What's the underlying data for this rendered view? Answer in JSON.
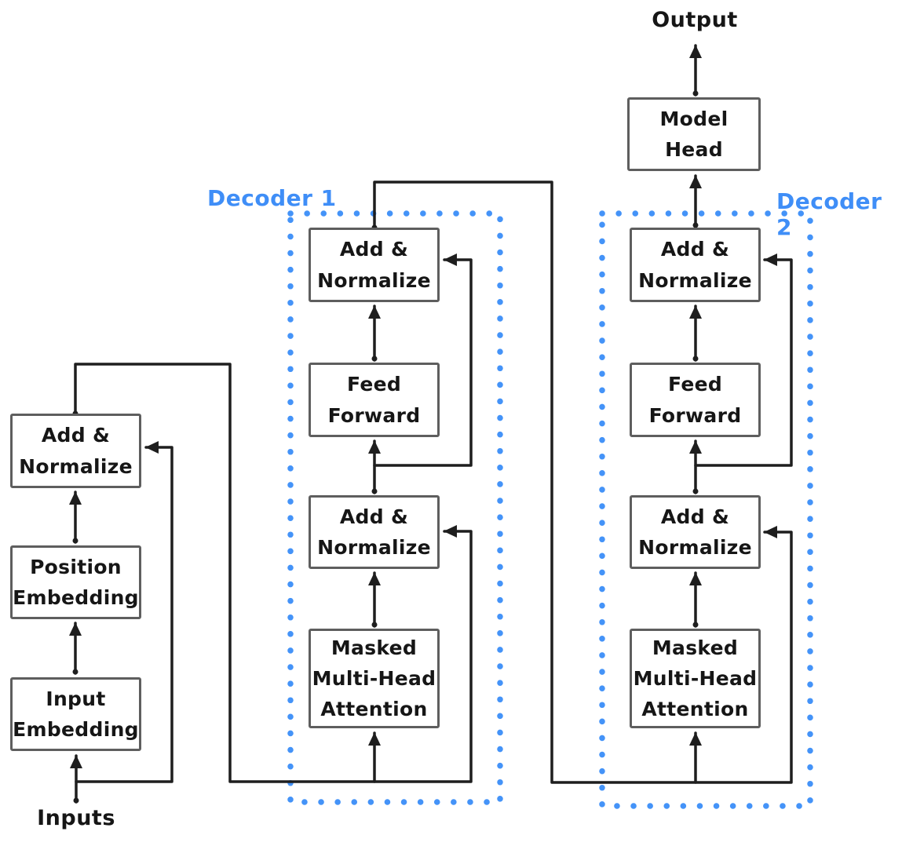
{
  "title": "Transformer decoder architecture diagram",
  "labels": {
    "output": "Output",
    "inputs": "Inputs",
    "decoder1": "Decoder 1",
    "decoder2": "Decoder 2"
  },
  "nodes": {
    "model_head": "Model\nHead",
    "left_add_norm": "Add &\nNormalize",
    "left_pos_emb": "Position\nEmbedding",
    "left_input_emb": "Input\nEmbedding",
    "d1_add_norm_top": "Add &\nNormalize",
    "d1_feed_forward": "Feed\nForward",
    "d1_add_norm_mid": "Add &\nNormalize",
    "d1_masked_attn": "Masked\nMulti-Head\nAttention",
    "d2_add_norm_top": "Add &\nNormalize",
    "d2_feed_forward": "Feed\nForward",
    "d2_add_norm_mid": "Add &\nNormalize",
    "d2_masked_attn": "Masked\nMulti-Head\nAttention"
  },
  "colors": {
    "accent_blue": "#4493f8",
    "line_black": "#1e1e1e",
    "box_border": "#5e5e5e",
    "text": "#161616",
    "background": "#ffffff"
  }
}
